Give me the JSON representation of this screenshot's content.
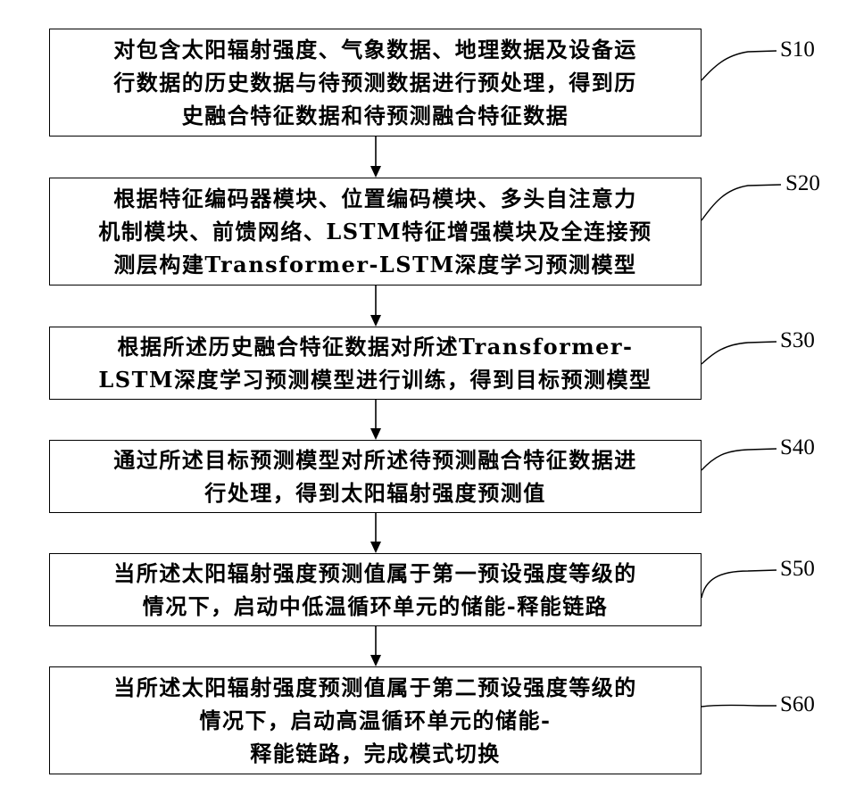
{
  "steps": [
    {
      "label": "S10",
      "text": "对包含太阳辐射强度、气象数据、地理数据及设备运\n行数据的历史数据与待预测数据进行预处理，得到历\n史融合特征数据和待预测融合特征数据"
    },
    {
      "label": "S20",
      "text": "根据特征编码器模块、位置编码模块、多头自注意力\n机制模块、前馈网络、LSTM特征增强模块及全连接预\n测层构建Transformer-LSTM深度学习预测模型"
    },
    {
      "label": "S30",
      "text": "根据所述历史融合特征数据对所述Transformer-\nLSTM深度学习预测模型进行训练，得到目标预测模型"
    },
    {
      "label": "S40",
      "text": "通过所述目标预测模型对所述待预测融合特征数据进\n行处理，得到太阳辐射强度预测值"
    },
    {
      "label": "S50",
      "text": "当所述太阳辐射强度预测值属于第一预设强度等级的\n情况下，启动中低温循环单元的储能-释能链路"
    },
    {
      "label": "S60",
      "text": "当所述太阳辐射强度预测值属于第二预设强度等级的\n情况下，启动高温循环单元的储能-\n释能链路，完成模式切换"
    }
  ]
}
